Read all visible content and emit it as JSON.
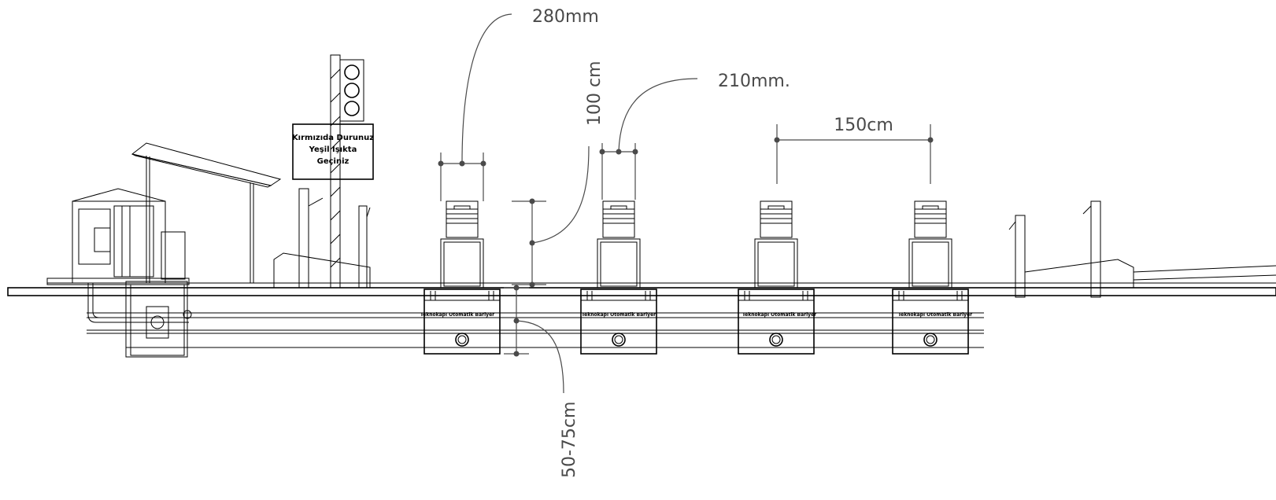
{
  "dimensions": {
    "bollard_width": "280mm",
    "bollard_height": "100 cm",
    "head_width": "210mm.",
    "spacing": "150cm",
    "depth": "50-75cm"
  },
  "sign": {
    "line1": "Kırmızıda Durunuz",
    "line2": "Yeşil Işıkta",
    "line3": "Geçiniz"
  },
  "bollard_units": [
    {
      "label": "Teknokapı Otomatik Bariyer"
    },
    {
      "label": "Teknokapı Otomatik Bariyer"
    },
    {
      "label": "Teknokapı Otomatik Bariyer"
    },
    {
      "label": "Teknokapı Otomatik Bariyer"
    }
  ],
  "colors": {
    "line": "#000000",
    "dimension": "#4a4a4a",
    "background": "#ffffff"
  }
}
